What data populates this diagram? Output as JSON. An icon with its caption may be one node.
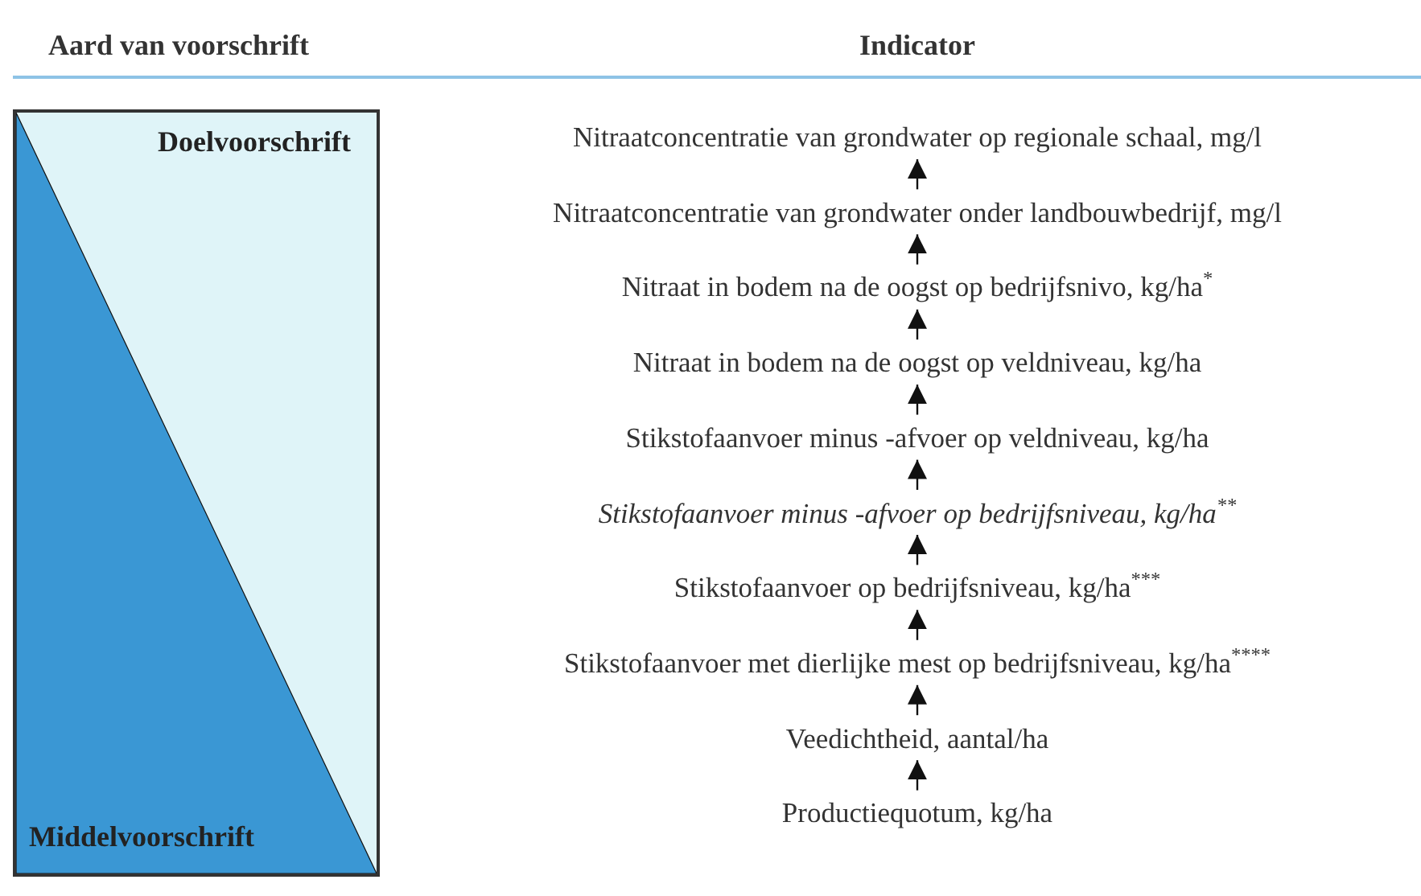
{
  "diagram": {
    "nodes": [
      {
        "text": [
          "Doelvoorschrift",
          "Middelvoorschrift"
        ]
      },
      {
        "text": [
          "Nitraatconcentratie van grondwater op regionale schaal, mg/l"
        ]
      },
      {
        "text": [
          "Nitraatconcentratie van grondwater onder landbouwbedrijf, mg/l"
        ]
      },
      {
        "text": [
          "Nitraat in bodem na de oogst op bedrijfsnivo, kg/ha$^{*}$"
        ]
      },
      {
        "text": [
          "Nitraat in bodem na de oogst op veldniveau, kg/ha"
        ]
      },
      {
        "text": [
          "Stikstofaanvoer minus -afvoer op veldniveau, kg/ha"
        ]
      },
      {
        "text": [
          "Stikstofaanvoer minus -afvoer op bedrijfsniveau, kg/ha$^{**}$"
        ]
      },
      {
        "text": [
          "Stikstofaanvoer op bedrijfsniveau, kg/ha$^{***}$"
        ]
      },
      {
        "text": [
          "Stikstofaanvoer met dierlijke mest op bedrijfsniveau, kg/ha$^{****}$"
        ]
      },
      {
        "text": [
          "Veedichtheid, aantal/ha"
        ]
      },
      {
        "text": [
          "Productiequotum, kg/ha"
        ]
      }
    ],
    "edges": [
      {
        "from": 2,
        "to": 1,
        "arrow": "to"
      },
      {
        "from": 3,
        "to": 2,
        "arrow": "to"
      },
      {
        "from": 4,
        "to": 3,
        "arrow": "to"
      },
      {
        "from": 5,
        "to": 4,
        "arrow": "to"
      },
      {
        "from": 6,
        "to": 5,
        "arrow": "to"
      },
      {
        "from": 7,
        "to": 6,
        "arrow": "to"
      },
      {
        "from": 8,
        "to": 7,
        "arrow": "to"
      },
      {
        "from": 9,
        "to": 8,
        "arrow": "to"
      },
      {
        "from": 10,
        "to": 9,
        "arrow": "to"
      }
    ],
    "labels": [
      "Aard van voorschrift",
      "Indicator"
    ]
  }
}
